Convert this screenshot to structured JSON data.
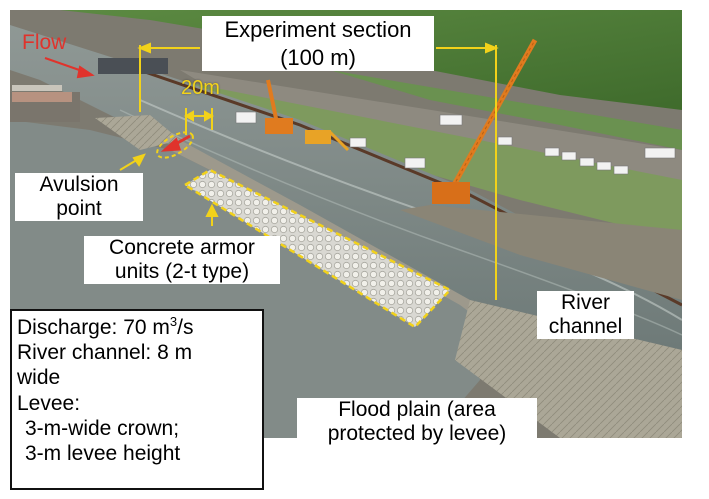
{
  "labels": {
    "flow": "Flow",
    "experiment_section_line1": "Experiment section",
    "experiment_section_line2": "(100 m)",
    "twenty_m": "20m",
    "avulsion_line1": "Avulsion",
    "avulsion_line2": "point",
    "armor_line1": "Concrete armor",
    "armor_line2": "units (2-t type)",
    "river_channel_line1": "River",
    "river_channel_line2": "channel",
    "flood_plain_line1": "Flood plain (area",
    "flood_plain_line2": "protected by levee)"
  },
  "info": {
    "discharge_prefix": "Discharge: 70 m",
    "discharge_sup": "3",
    "discharge_suffix": "/s",
    "channel_line1": "River channel: 8 m",
    "channel_line2": "wide",
    "levee": "Levee:",
    "crown": "3-m-wide crown;",
    "height": "3-m levee height"
  },
  "colors": {
    "annotation_yellow": "#f2d21a",
    "flow_red": "#e0332c",
    "water": "#7f8b88",
    "vegetation": "#4d7a36",
    "levee_slope": "#a39f92"
  }
}
